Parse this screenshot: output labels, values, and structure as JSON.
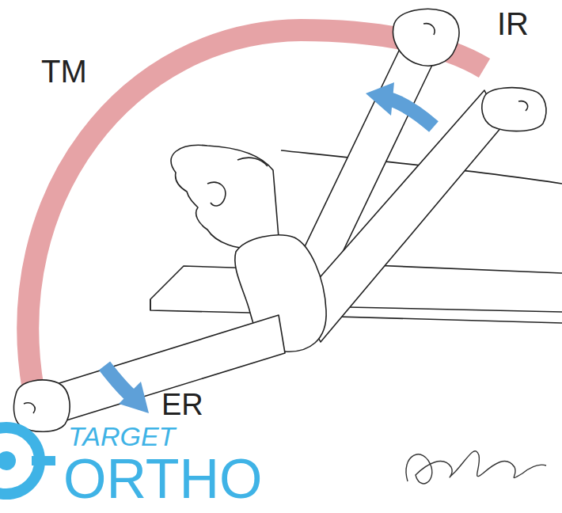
{
  "diagram": {
    "labels": [
      "TM",
      "IR",
      "ER",
      "TARGET",
      "ORTHO"
    ]
  }
}
